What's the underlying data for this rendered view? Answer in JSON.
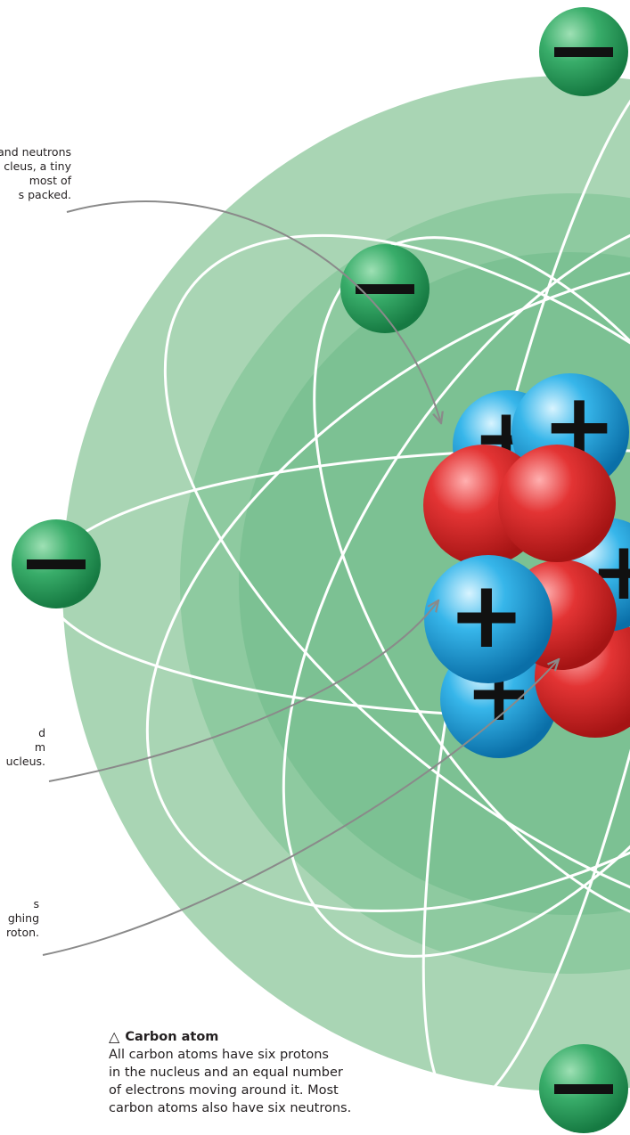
{
  "callouts": {
    "nucleus": [
      "and neutrons",
      "cleus, a tiny",
      "most of",
      "s packed."
    ],
    "proton": [
      "d",
      "m",
      "ucleus."
    ],
    "neutron": [
      "s",
      "ghing",
      "roton."
    ]
  },
  "caption": {
    "title": "Carbon atom",
    "title_icon": "triangle-up-icon",
    "body": [
      "All carbon atoms have six protons",
      "in the nucleus and an equal number",
      "of electrons moving around it. Most",
      "carbon atoms also have six neutrons."
    ]
  },
  "symbols": {
    "electron": "−",
    "proton": "+"
  },
  "colors": {
    "outer_shell": "#a9d5b4",
    "middle_shell": "#8ecaa0",
    "inner_shell": "#7cc193",
    "electron": "#2e9e5e",
    "proton": "#1aa3dc",
    "neutron": "#e02b2b",
    "orbit": "#ffffff",
    "leader": "#8a8a8a"
  }
}
